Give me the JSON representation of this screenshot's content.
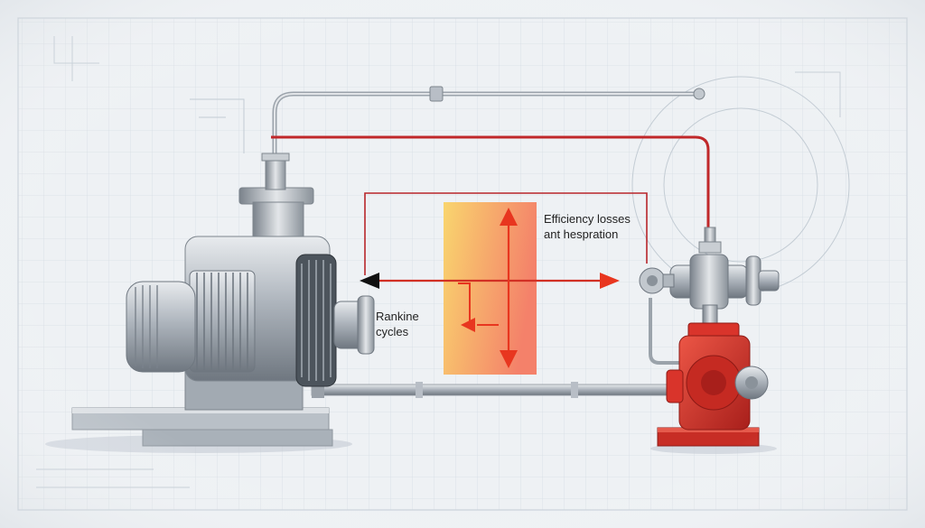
{
  "labels": {
    "efficiency_line1": "Efficiency losses",
    "efficiency_line2": "ant hespration",
    "rankine_line1": "Rankine",
    "rankine_line2": "cycles"
  },
  "colors": {
    "background": "#eef1f4",
    "grid": "#d6dde4",
    "pipe_red": "#c0282a",
    "arrow_red": "#e8361f",
    "arrow_black": "#111111",
    "heat_gradient_top": "#f9d56e",
    "heat_gradient_right": "#f4816a",
    "steel": "#b8bec6",
    "pump_red": "#d9342b"
  },
  "icons": {
    "motor": "electric-motor-icon",
    "pump": "centrifugal-pump-icon",
    "valve": "valve-icon"
  }
}
